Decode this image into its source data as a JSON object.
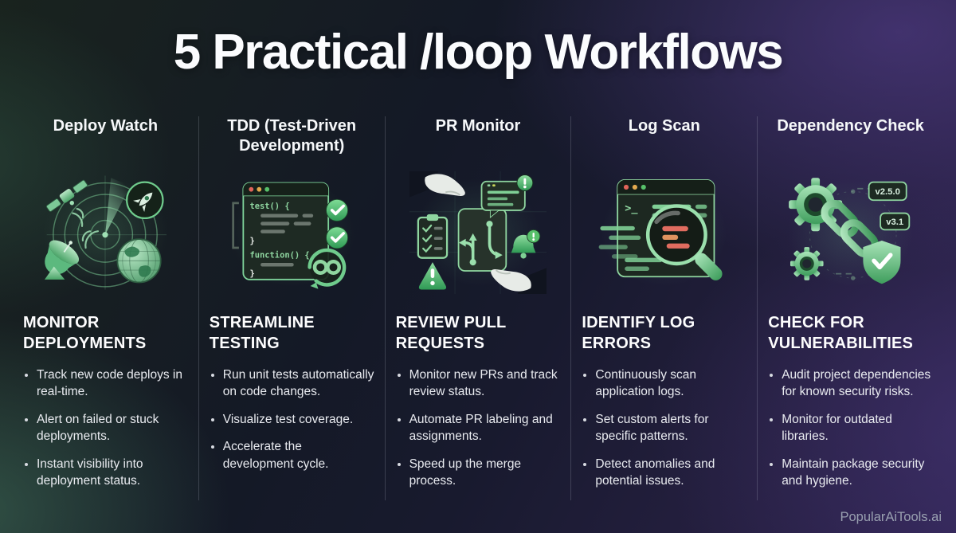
{
  "title": "5 Practical /loop Workflows",
  "footer": {
    "brand": "PopularAiTools.ai"
  },
  "colors": {
    "accent_green": "#7fd49a",
    "check_green": "#3f9e5d",
    "error_red": "#e06c5f",
    "bg_navy": "#141926",
    "bg_purple": "#2e2450",
    "bg_teal": "#19231e",
    "text": "#f2f4f7",
    "muted_text": "#99a0b0"
  },
  "columns": [
    {
      "name": "Deploy Watch",
      "icon": "radar-deploy-icon",
      "subheading": "MONITOR DEPLOYMENTS",
      "bullets": [
        "Track new code deploys in real-time.",
        "Alert on failed or stuck deployments.",
        "Instant visibility into deployment status."
      ]
    },
    {
      "name": "TDD (Test-Driven Development)",
      "icon": "tdd-code-editor-icon",
      "subheading": "STREAMLINE TESTING",
      "code_lines": [
        "test() {",
        "}",
        "function() {",
        "}"
      ],
      "bullets": [
        "Run unit tests automatically on code changes.",
        "Visualize test coverage.",
        "Accelerate the development cycle."
      ]
    },
    {
      "name": "PR Monitor",
      "icon": "pull-request-hands-icon",
      "subheading": "REVIEW PULL REQUESTS",
      "bullets": [
        "Monitor new PRs and track review status.",
        "Automate PR labeling and assignments.",
        "Speed up the merge process."
      ]
    },
    {
      "name": "Log Scan",
      "icon": "terminal-magnifier-icon",
      "subheading": "IDENTIFY LOG ERRORS",
      "prompt": ">_",
      "bullets": [
        "Continuously scan application logs.",
        "Set custom alerts for specific patterns.",
        "Detect anomalies and potential issues."
      ]
    },
    {
      "name": "Dependency Check",
      "icon": "gears-chain-shield-icon",
      "subheading": "CHECK FOR VULNERABILITIES",
      "badges": [
        "v2.5.0",
        "v3.1"
      ],
      "bullets": [
        "Audit project dependencies for known security risks.",
        "Monitor for outdated libraries.",
        "Maintain package security and hygiene."
      ]
    }
  ]
}
